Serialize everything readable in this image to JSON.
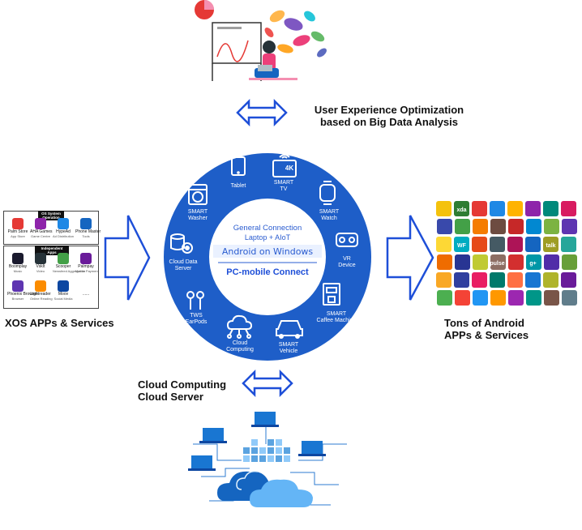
{
  "captions": {
    "top_line1": "User Experience Optimization",
    "top_line2": "based on Big Data Analysis",
    "left": "XOS APPs & Services",
    "right_line1": "Tons of Android",
    "right_line2": "APPs & Services",
    "bottom_line1": "Cloud Computing",
    "bottom_line2": "Cloud Server"
  },
  "center": {
    "line1": "General Connection",
    "line2": "Laptop + AIoT",
    "line3": "Android on Windows",
    "line4": "PC-mobile Connect"
  },
  "ring_items": [
    {
      "id": "tablet",
      "label": "Tablet",
      "label2": ""
    },
    {
      "id": "tv",
      "label": "SMART",
      "label2": "TV"
    },
    {
      "id": "watch",
      "label": "SMART",
      "label2": "Watch"
    },
    {
      "id": "vr",
      "label": "VR",
      "label2": "Device"
    },
    {
      "id": "coffee",
      "label": "SMART",
      "label2": "Caffee Machine"
    },
    {
      "id": "vehicle",
      "label": "SMART",
      "label2": "Vehicle"
    },
    {
      "id": "cloud",
      "label": "Cloud",
      "label2": "Computing"
    },
    {
      "id": "earpods",
      "label": "TWS",
      "label2": "EarPods"
    },
    {
      "id": "clouddata",
      "label": "Cloud Data",
      "label2": "Server"
    },
    {
      "id": "washer",
      "label": "SMART",
      "label2": "Washer"
    }
  ],
  "tv_badge": "4K",
  "xos_panel": {
    "os_tag": "OS System\nOperation",
    "os_apps": [
      {
        "name": "Palm Store",
        "sub": "App Store",
        "color": "#e53935"
      },
      {
        "name": "AHA Games",
        "sub": "Game Centre",
        "color": "#8e24aa"
      },
      {
        "name": "HypeAd",
        "sub": "Ad Distribution",
        "color": "#1e88e5"
      },
      {
        "name": "Phone Master",
        "sub": "Tools",
        "color": "#1565c0"
      }
    ],
    "indie_tag": "Independent Apps",
    "indie_apps": [
      {
        "name": "Boomplay",
        "sub": "Music",
        "color": "#1a1a2e"
      },
      {
        "name": "VskIt",
        "sub": "Video",
        "color": "#263238"
      },
      {
        "name": "Scooper",
        "sub": "Newsfeed Aggregation",
        "color": "#43a047"
      },
      {
        "name": "Palmpay",
        "sub": "Mobile Payment",
        "color": "#6a1b9a"
      },
      {
        "name": "Phoenix Browser",
        "sub": "Browser",
        "color": "#5e35b1"
      },
      {
        "name": "Lightreader",
        "sub": "Online Reading",
        "color": "#fb8c00"
      },
      {
        "name": "Moov",
        "sub": "Social Media",
        "color": "#0d47a1"
      },
      {
        "name": "......",
        "sub": "",
        "color": "#ffffff"
      }
    ]
  },
  "android_icon_colors": [
    "#f4c20d",
    "#2e7d32",
    "#e53935",
    "#1e88e5",
    "#ffb300",
    "#8e24aa",
    "#00897b",
    "#d81b60",
    "#3949ab",
    "#43a047",
    "#f57c00",
    "#6d4c41",
    "#c62828",
    "#0288d1",
    "#7cb342",
    "#5e35b1",
    "#fdd835",
    "#00acc1",
    "#e64a19",
    "#455a64",
    "#ad1457",
    "#1565c0",
    "#9e9d24",
    "#26a69a",
    "#ef6c00",
    "#283593",
    "#c0ca33",
    "#8d6e63",
    "#d32f2f",
    "#0097a7",
    "#512da8",
    "#689f38",
    "#f9a825",
    "#303f9f",
    "#e91e63",
    "#00796b",
    "#ff7043",
    "#1976d2",
    "#afb42b",
    "#6a1b9a",
    "#4caf50",
    "#f44336",
    "#2196f3",
    "#ff9800",
    "#9c27b0",
    "#009688",
    "#795548",
    "#607d8b"
  ],
  "android_labels": {
    "xda": "xda",
    "wf": "WF",
    "talk": "talk",
    "pulse": "pulse",
    "g": "g+"
  },
  "colors": {
    "ring": "#1e5ec8",
    "arrow": "#1e4fd8",
    "inner": "#ffffff",
    "accent": "#2a5cd0"
  }
}
